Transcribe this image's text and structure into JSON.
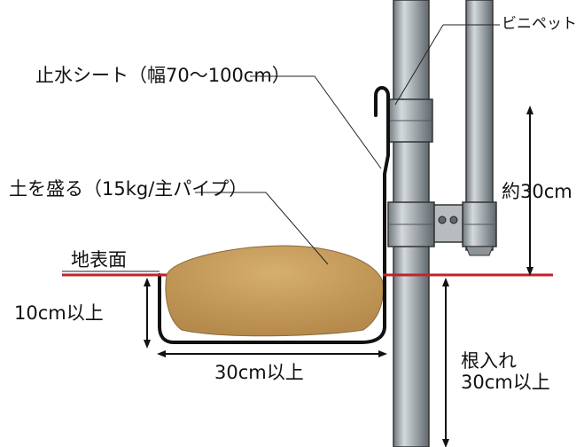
{
  "labels": {
    "binipet": "ビニペット",
    "sheet": "止水シート（幅70〜100cm）",
    "soil": "土を盛る（15kg/主パイプ）",
    "ground": "地表面",
    "depth_10": "10cm以上",
    "width_30": "30cm以上",
    "height_30": "約30cm",
    "embed_line1": "根入れ",
    "embed_line2": "30cm以上"
  },
  "colors": {
    "ground_line": "#c0232b",
    "soil_fill": "#c49b5c",
    "pipe_fill": "#a9b0b4",
    "sheet_line": "#111111"
  }
}
